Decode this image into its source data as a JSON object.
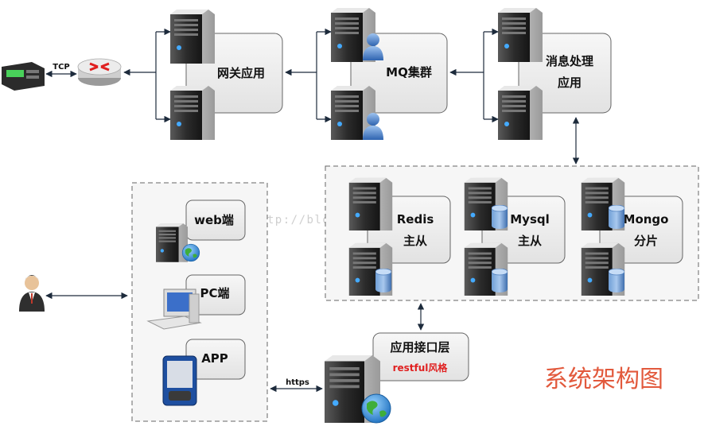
{
  "title": "系统架构图",
  "watermark": "http://blog.csdn.net/chaoshbo",
  "colors": {
    "title": "#e2593c",
    "accent_red": "#e02020",
    "arrow": "#1d2b3c",
    "box_fill": "#efefef",
    "box_stroke": "#666666",
    "dash_stroke": "#666666"
  },
  "nodes": {
    "gateway": "网关应用",
    "mq": "MQ集群",
    "msg_line1": "消息处理",
    "msg_line2": "应用",
    "redis_line1": "Redis",
    "redis_line2": "主从",
    "mysql_line1": "Mysql",
    "mysql_line2": "主从",
    "mongo_line1": "Mongo",
    "mongo_line2": "分片",
    "api_line1": "应用接口层",
    "api_line2": "restful风格",
    "web": "web端",
    "pc": "PC端",
    "app": "APP"
  },
  "edge_labels": {
    "tcp": "TCP",
    "https": "https"
  },
  "icons": [
    "device-icon",
    "router-icon",
    "server-icon",
    "user-icon",
    "database-icon",
    "globe-icon",
    "pc-icon",
    "pda-icon",
    "person-icon"
  ]
}
